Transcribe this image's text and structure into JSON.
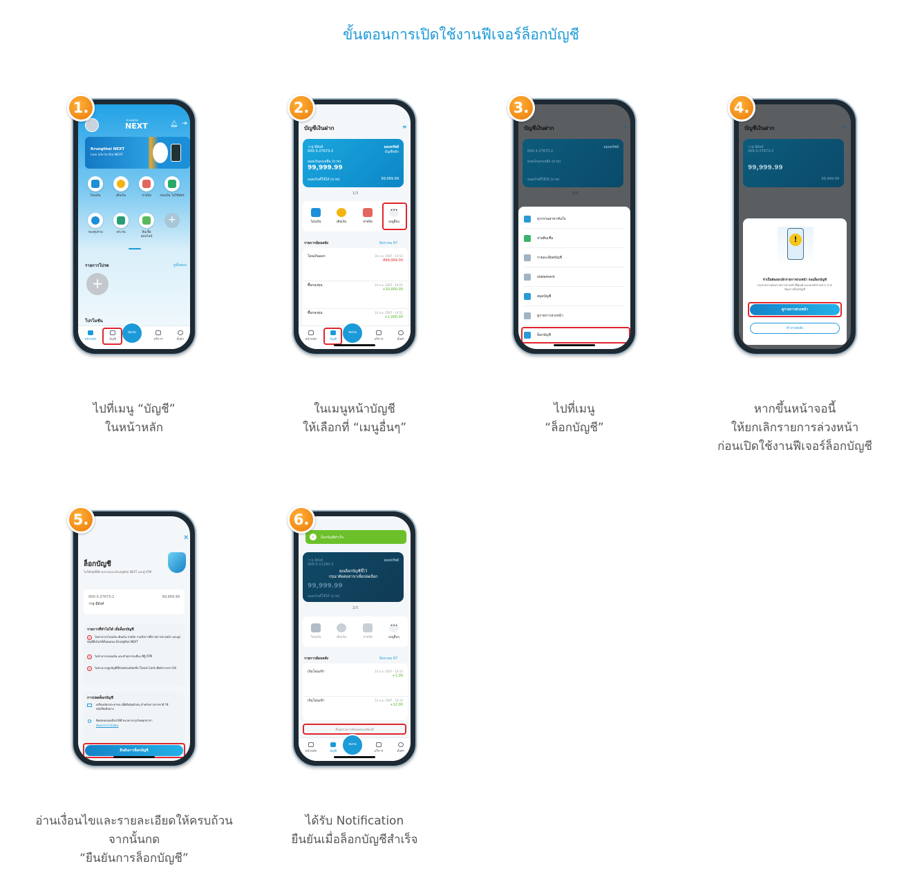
{
  "page_title": "ขั้นตอนการเปิดใช้งานฟีเจอร์ล็อกบัญชี",
  "steps": [
    {
      "badge": "1.",
      "caption": [
        "ไปที่เมนู “บัญชี”",
        "ในหน้าหลัก"
      ]
    },
    {
      "badge": "2.",
      "caption": [
        "ในเมนูหน้าบัญชี",
        "ให้เลือกที่ “เมนูอื่นๆ”"
      ]
    },
    {
      "badge": "3.",
      "caption": [
        "ไปที่เมนู",
        "“ล็อกบัญชี”"
      ]
    },
    {
      "badge": "4.",
      "caption": [
        "หากขึ้นหน้าจอนี้",
        "ให้ยกเลิกรายการล่วงหน้า",
        "ก่อนเปิดใช้งานฟีเจอร์ล็อกบัญชี"
      ]
    },
    {
      "badge": "5.",
      "caption": [
        "อ่านเงื่อนไขและรายละเอียดให้ครบถ้วน",
        "จากนั้นกด",
        "“ยืนยันการล็อกบัญชี”"
      ]
    },
    {
      "badge": "6.",
      "caption": [
        "ได้รับ Notification",
        "ยืนยันเมื่อล็อกบัญชีสำเร็จ"
      ]
    }
  ],
  "nav": {
    "home": "หน้าหลัก",
    "account": "บัญชี",
    "scan": "สแกน",
    "services": "บริการ",
    "settings": "ตั้งค่า"
  },
  "home": {
    "brand_small": "Krungthai",
    "brand": "NEXT",
    "banner_title": "Krungthai NEXT",
    "banner_sub": "Live Life to the NEXT",
    "shortcuts": [
      "โอนเงิน",
      "เติมเงิน",
      "จ่ายบิล",
      "ถอนเงิน ไม่ใช้บัตร",
      "กองทุนรวม",
      "ประกัน",
      "สินเชื่อ ออนไลน์"
    ],
    "favorites": "รายการโปรด",
    "see_all": "ดูทั้งหมด",
    "promotions": "โปรโมชัน"
  },
  "account": {
    "title": "บัญชีเงินฝาก",
    "owner": "วายุ มีตังค์",
    "number": "000-3-27673-2",
    "type": "ออมทรัพย์",
    "type_sub": "บัญชีหลัก",
    "balance_label": "ยอดเงินคงเหลือ (บาท)",
    "balance": "99,999.99",
    "available_label": "ยอดเงินที่ใช้ได้ (บาท)",
    "available": "99,999.99",
    "pager": "1/3",
    "actions": [
      "โอนเงิน",
      "เติมเงิน",
      "จ่ายบิล",
      "เมนูอื่นๆ"
    ],
    "history": "รายการย้อนหลัง",
    "month": "สิงหาคม 67",
    "transactions": [
      {
        "name": "โอนเงินออก",
        "date": "16 ส.ค. 2567 - 15:53",
        "amount": "-899,999.00"
      },
      {
        "name": "ซื้อกองทุน",
        "date": "14 ส.ค. 2567 - 14:51",
        "amount": "+20,000.00"
      },
      {
        "name": "ซื้อกองทุน",
        "date": "14 ส.ค. 2567 - 14:51",
        "amount": "+1,000.00"
      }
    ]
  },
  "menu": {
    "items": [
      "ธุรกรรมสาขาทันใจ",
      "จ่ายสินเชื่อ",
      "รายละเอียดบัญชี",
      "statement",
      "สมุดบัญชี",
      "ดูรายการล่วงหน้า",
      "ล็อกบัญชี"
    ]
  },
  "modal": {
    "title": "จำเป็นต้องยกเลิกรายการล่วงหน้า ก่อนล็อกบัญชี",
    "desc": "กรุณาตรวจสอบรายการล่วงหน้าที่คุณมี และยกเลิกรายการ หากต้องการล็อกบัญชี",
    "primary": "ดูรายการล่วงหน้า",
    "secondary": "ทำภายหลัง"
  },
  "lock": {
    "title": "ล็อกบัญชี",
    "subtitle": "ไม่ให้บัญชีนี้ทำธุรกรรมบน Krungthai NEXT และตู้ ATM",
    "number": "000-3-27673-2",
    "balance": "99,999.99",
    "owner": "วายุ มีตังค์",
    "cannot_title": "รายการที่ทำไม่ได้ เมื่อล็อกบัญชี",
    "cannot": [
      "ไม่สามารถโอนเงิน เติมเงิน จ่ายบิล รวมถึงการตั้งรายการล่วงหน้า และผูกบัญชีอื่นไม่ได้ทั้งหมดบน Krungthai NEXT",
      "ไม่สามารถถอนเงิน และทำธุรกรรมอื่นๆ ที่ตู้ ATM",
      "ไม่สามารถผูกบัญชีนี้กับบัตรเดบิตหรือ Travel Card เพื่อทำรายการได้"
    ],
    "unlock_title": "การปลดล็อกบัญชี",
    "unlock": [
      "เตรียมบัตรประชาชน เพื่อยืนยันตัวตน สำหรับชาวต่างชาติ ใช้หนังสือเดินทาง",
      "ติดต่อขอปลดล็อกได้ที่ ธนาคารกรุงไทยทุกสาขา"
    ],
    "find_branch": "ค้นหาสาขาใกล้ฉัน",
    "confirm": "ยืนยันการล็อกบัญชี"
  },
  "result": {
    "toast": "ล็อกบัญชีสำเร็จ",
    "number": "008-0-11290-3",
    "locked_msg1": "คุณล็อกบัญชีนี้ไว้",
    "locked_msg2": "กรุณาติดต่อสาขาเพื่อปลดล็อก",
    "pager": "2/3",
    "transactions": [
      {
        "name": "เงินโอนเข้า",
        "date": "14 ส.ค. 2567 - 14:15",
        "amount": "+1.00"
      },
      {
        "name": "เงินโอนเข้า",
        "date": "14 ส.ค. 2567 - 14:15",
        "amount": "+12.00"
      }
    ],
    "end_note": "สิ้นสุดรายการทั้งหมดของเดือนนี้"
  }
}
